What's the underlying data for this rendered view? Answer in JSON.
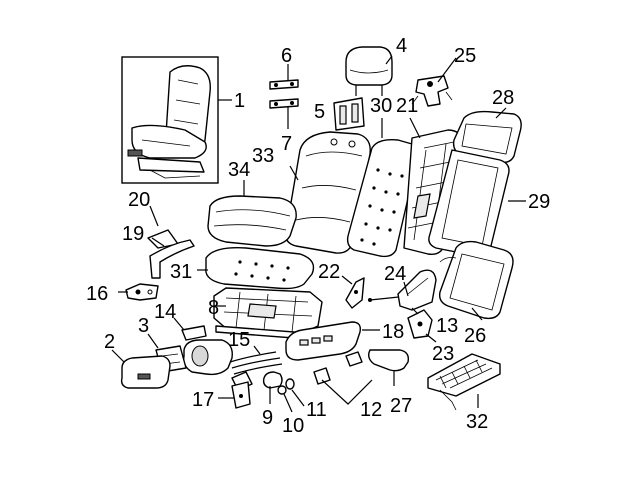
{
  "callouts": {
    "c1": "1",
    "c2": "2",
    "c3": "3",
    "c4": "4",
    "c5": "5",
    "c6": "6",
    "c7": "7",
    "c8": "8",
    "c9": "9",
    "c10": "10",
    "c11": "11",
    "c12": "12",
    "c13": "13",
    "c14": "14",
    "c15": "15",
    "c16": "16",
    "c17": "17",
    "c18": "18",
    "c19": "19",
    "c20": "20",
    "c21": "21",
    "c22": "22",
    "c23": "23",
    "c24": "24",
    "c25": "25",
    "c26": "26",
    "c27": "27",
    "c28": "28",
    "c29": "29",
    "c30": "30",
    "c31": "31",
    "c32": "32",
    "c33": "33",
    "c34": "34"
  },
  "colors": {
    "line": "#000000",
    "background": "#ffffff",
    "shade": "#e9e9e9"
  }
}
